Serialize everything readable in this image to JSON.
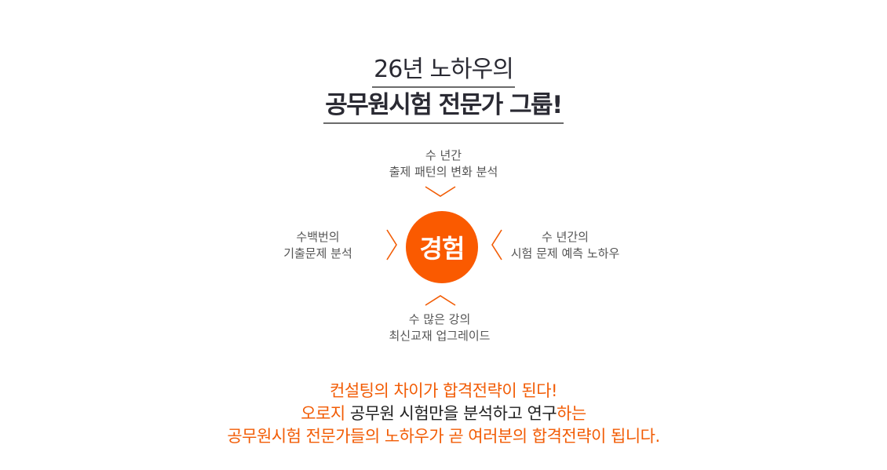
{
  "heading": {
    "line1": "26년 노하우의",
    "line2": "공무원시험 전문가 그룹!"
  },
  "diagram": {
    "center": "경험",
    "top": {
      "line1": "수 년간",
      "line2": "출제 패턴의 변화 분석"
    },
    "left": {
      "line1": "수백번의",
      "line2": "기출문제 분석"
    },
    "right": {
      "line1": "수 년간의",
      "line2": "시험 문제 예측 노하우"
    },
    "bottom": {
      "line1": "수 많은 강의",
      "line2": "최신교재 업그레이드"
    },
    "center_color": "#fa5a00",
    "chevron_color": "#f25c05"
  },
  "footer": {
    "line1": "컨설팅의 차이가 합격전략이 된다!",
    "line2_part1": "오로지",
    "line2_part2": " 공무원 시험만을 분석하고 연구",
    "line2_part3": "하는",
    "line3": "공무원시험 전문가들의 노하우가 곧 여러분의 합격전략이 됩니다.",
    "accent_color": "#f25c05"
  }
}
